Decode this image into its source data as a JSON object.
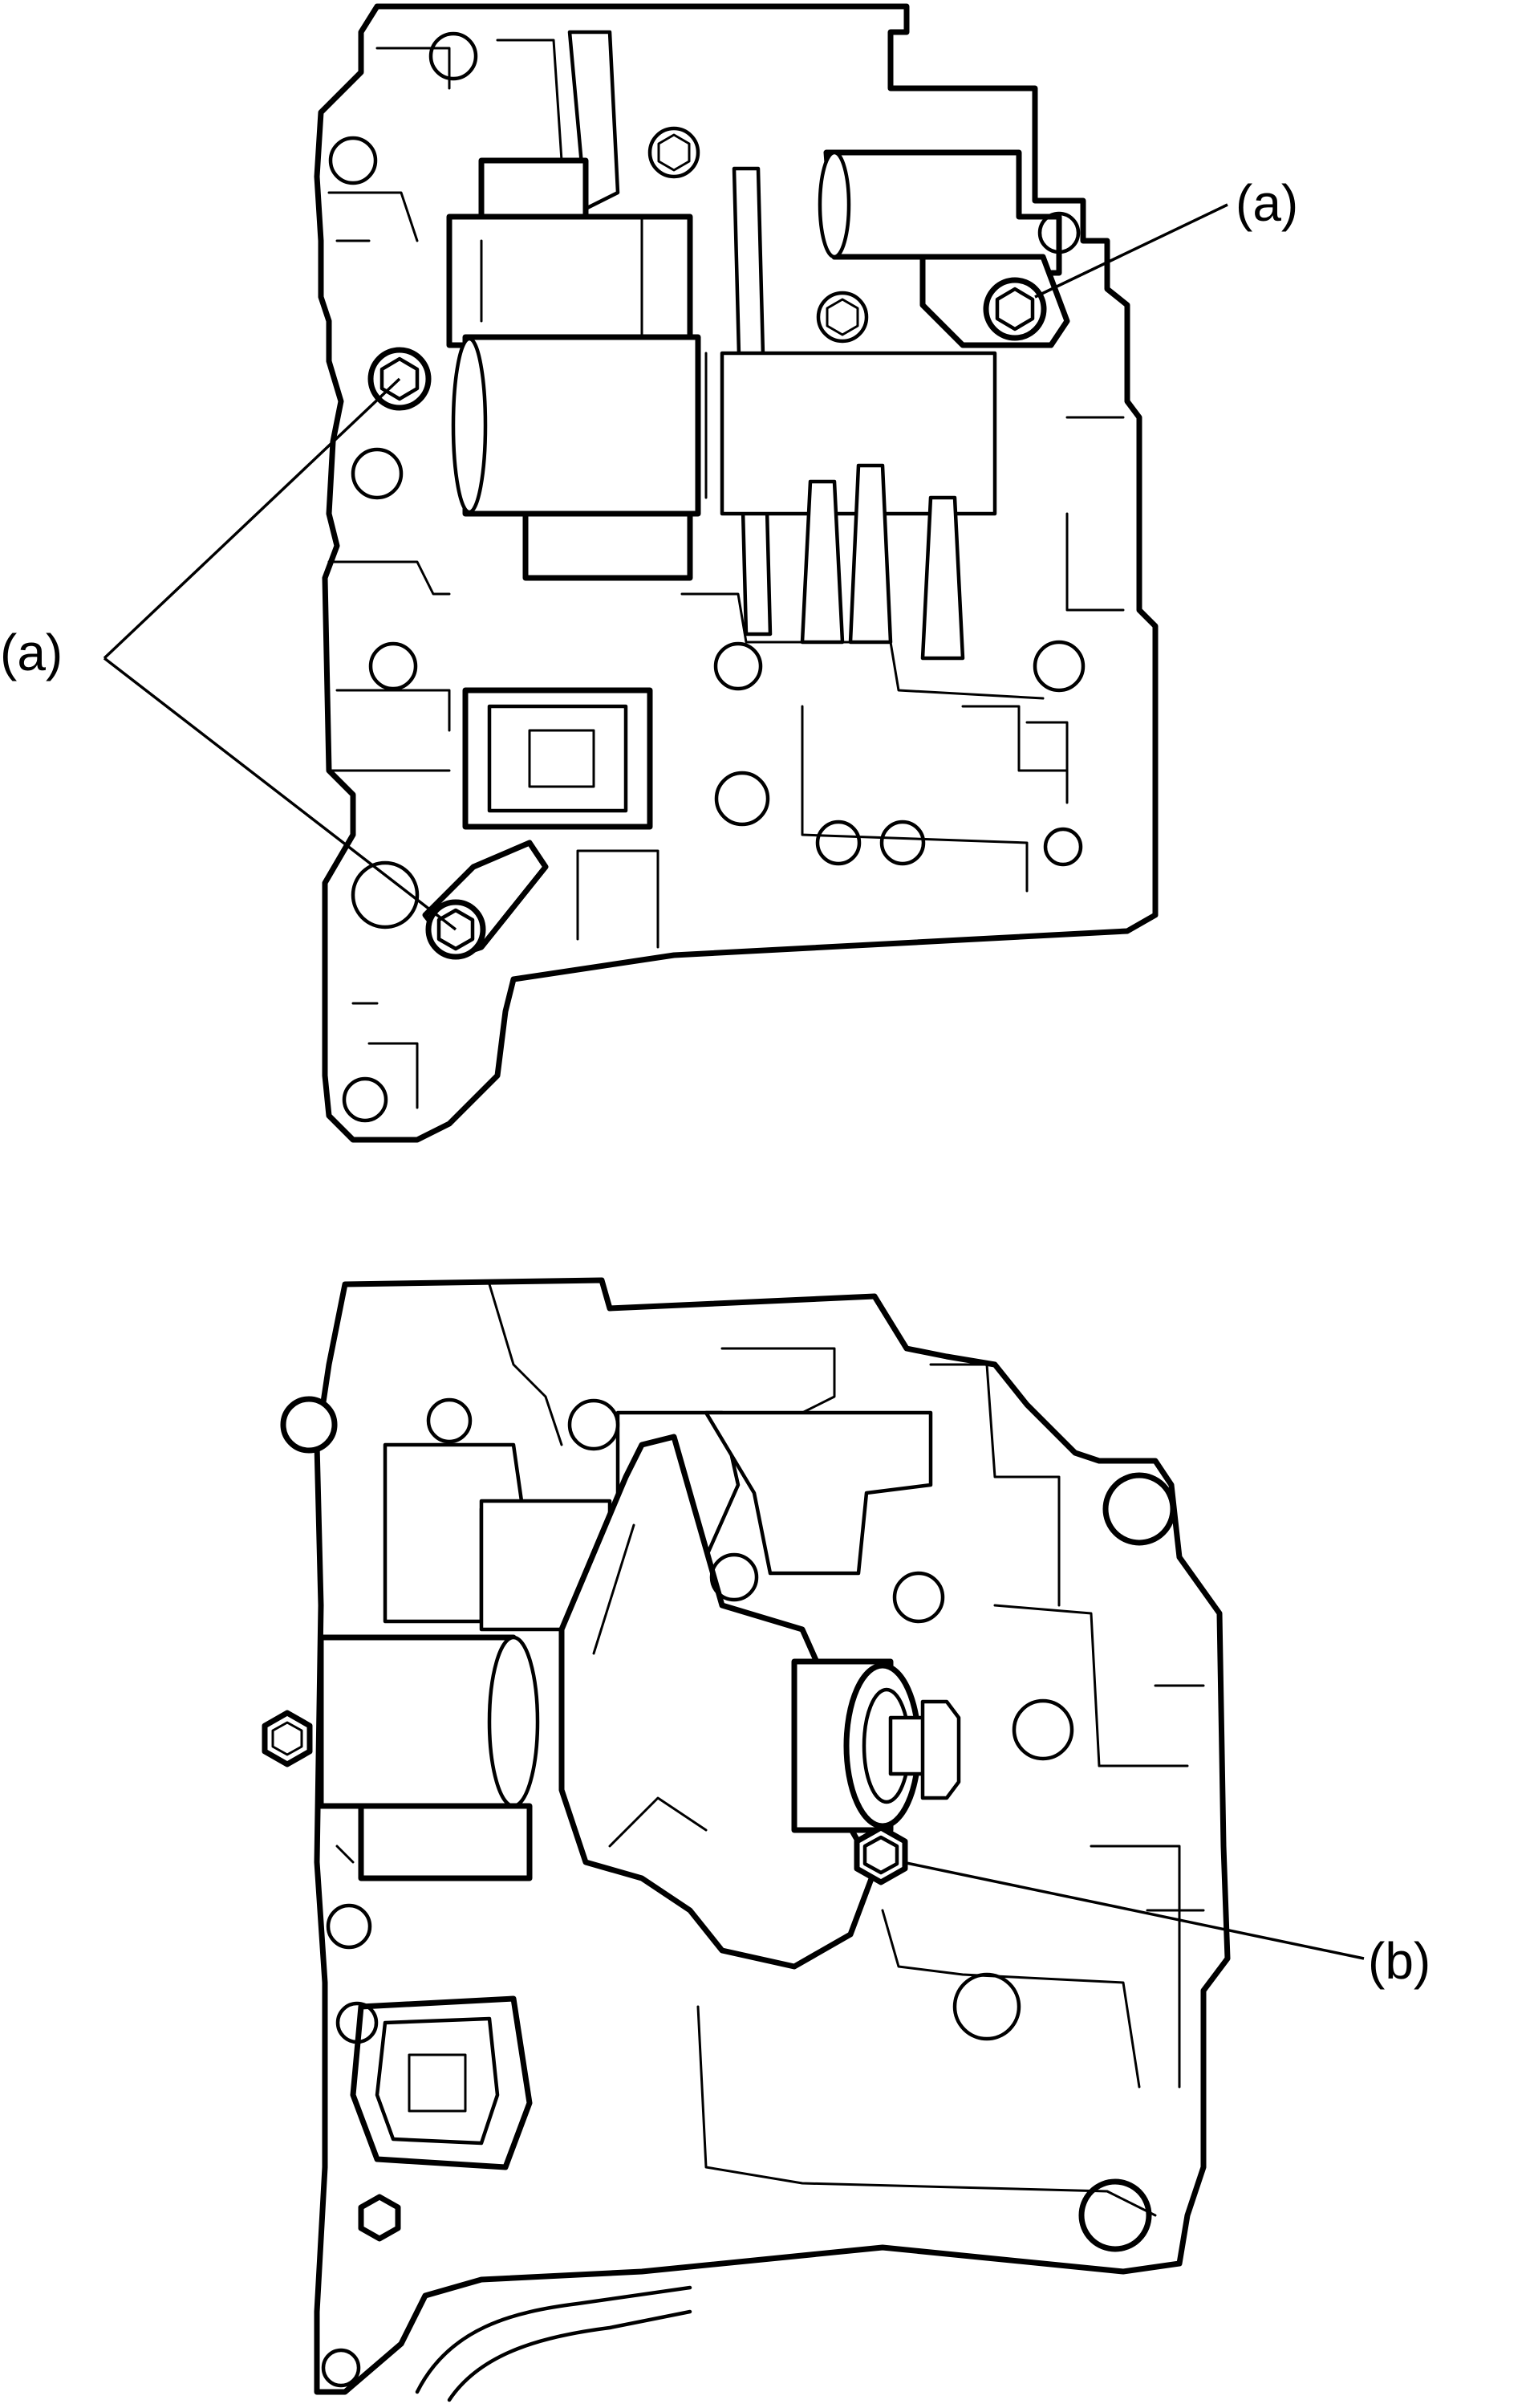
{
  "callouts": {
    "a_top_right": "(a)",
    "a_left": "(a)",
    "b_bottom": "(b)"
  },
  "colors": {
    "line": "#000000",
    "background": "#ffffff"
  }
}
